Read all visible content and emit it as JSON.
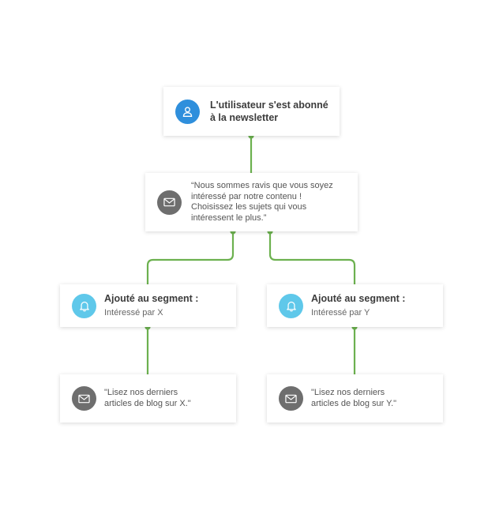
{
  "colors": {
    "connector": "#6cb14f",
    "trigger_icon": "#2f8fdc",
    "message_icon": "#6e6e6e",
    "segment_icon": "#5fc8ea"
  },
  "trigger": {
    "icon": "user-icon",
    "title": "L'utilisateur s'est abonné\nà la newsletter"
  },
  "welcome_message": {
    "icon": "envelope-icon",
    "text": "“Nous sommes ravis que vous soyez\nintéressé par notre contenu !\nChoisissez les sujets qui vous\nintéressent le plus.”"
  },
  "segments": [
    {
      "icon": "bell-icon",
      "title": "Ajouté au segment :",
      "subtitle": "Intéressé par X",
      "message": {
        "icon": "envelope-icon",
        "text": "\"Lisez nos derniers\narticles de blog sur X.\""
      }
    },
    {
      "icon": "bell-icon",
      "title": "Ajouté au segment :",
      "subtitle": "Intéressé par Y",
      "message": {
        "icon": "envelope-icon",
        "text": "\"Lisez nos derniers\narticles de blog sur Y.\""
      }
    }
  ]
}
